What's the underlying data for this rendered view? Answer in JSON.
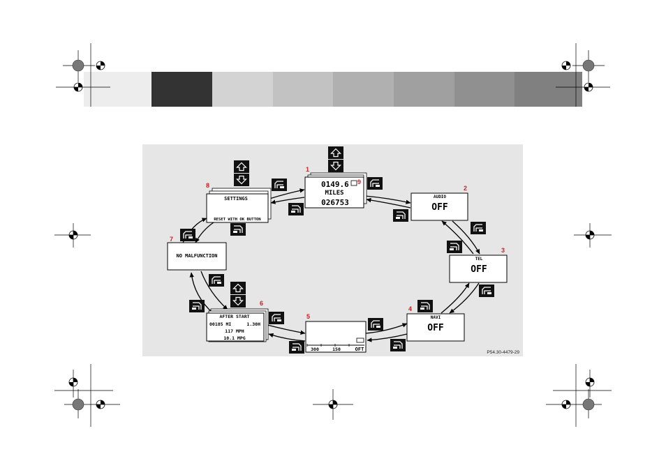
{
  "header_bar": {
    "colors": [
      "#ededed",
      "#333333",
      "#d3d3d3",
      "#c2c2c2",
      "#b0b0b0",
      "#a0a0a0",
      "#909090",
      "#808080"
    ]
  },
  "diagram": {
    "background": "#e6e6e6",
    "reference": "P54.30-4479-29",
    "displays": {
      "d1": {
        "number": "1",
        "line1": "0149.6",
        "line2": "MILES",
        "line3": "026753",
        "badge": "9"
      },
      "d2": {
        "number": "2",
        "label": "AUDIO",
        "value": "OFF"
      },
      "d3": {
        "number": "3",
        "label": "TEL",
        "value": "OFF"
      },
      "d4": {
        "number": "4",
        "label": "NAVI",
        "value": "OFF"
      },
      "d5": {
        "number": "5",
        "scale_a": "300",
        "scale_b": "150",
        "scale_c": "OFT"
      },
      "d6": {
        "number": "6",
        "line1": "AFTER START",
        "line2a": "00185 MI",
        "line2b": "1.30H",
        "line3": "117 MPH",
        "line4": "10.1 MPG"
      },
      "d7": {
        "number": "7",
        "text": "NO MALFUNCTION"
      },
      "d8": {
        "number": "8",
        "title": "SETTINGS",
        "footer": "RESET WITH OK BUTTON"
      }
    },
    "icons": {
      "arrow_up": "arrow-up-button-icon",
      "arrow_down": "arrow-down-button-icon",
      "page_forward": "page-forward-button-icon",
      "page_back": "page-back-button-icon"
    }
  }
}
